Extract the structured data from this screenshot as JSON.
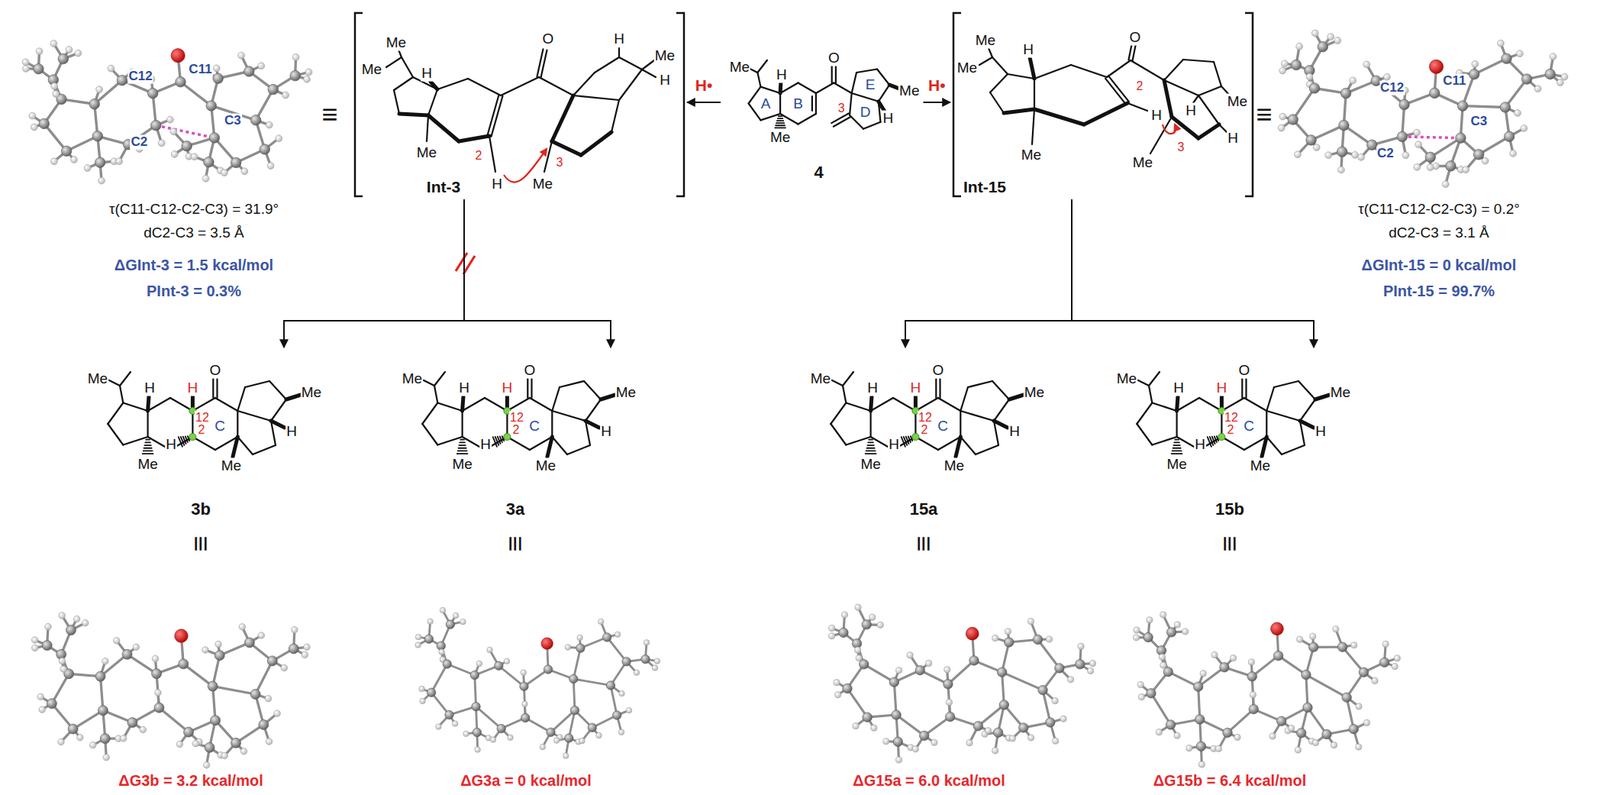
{
  "diagram": {
    "nodes": [
      {
        "text": [
          "Int-3",
          "Me",
          "Me",
          "H",
          "Me",
          "O",
          "2",
          "H",
          "3",
          "Me",
          "H",
          "Me",
          "H"
        ]
      },
      {
        "text": [
          "4",
          "Me",
          "H",
          "Me",
          "A",
          "B",
          "O",
          "3",
          "D",
          "E",
          "Me",
          "H"
        ]
      },
      {
        "text": [
          "Int-15",
          "Me",
          "Me",
          "H",
          "Me",
          "O",
          "2",
          "H",
          "3",
          "Me",
          "H",
          "Me",
          "H"
        ]
      },
      {
        "text": [
          "3b",
          "Me",
          "H",
          "Me",
          "H",
          "O",
          "12",
          "2",
          "C",
          "H",
          "Me",
          "H",
          "Me"
        ]
      },
      {
        "text": [
          "3a",
          "Me",
          "H",
          "Me",
          "H",
          "O",
          "12",
          "2",
          "C",
          "H",
          "Me",
          "H",
          "Me"
        ]
      },
      {
        "text": [
          "15a",
          "Me",
          "H",
          "Me",
          "H",
          "O",
          "12",
          "2",
          "C",
          "H",
          "Me",
          "H",
          "Me"
        ]
      },
      {
        "text": [
          "15b",
          "Me",
          "H",
          "Me",
          "H",
          "O",
          "12",
          "2",
          "C",
          "H",
          "Me",
          "H",
          "Me"
        ]
      }
    ],
    "edges": [
      {
        "from": 1,
        "to": 0,
        "arrow": "to",
        "label": "H•"
      },
      {
        "from": 1,
        "to": 2,
        "arrow": "to",
        "label": "H•"
      },
      {
        "from": 0,
        "to": 3,
        "arrow": "to"
      },
      {
        "from": 0,
        "to": 4,
        "arrow": "to"
      },
      {
        "from": 2,
        "to": 5,
        "arrow": "to"
      },
      {
        "from": 2,
        "to": 6,
        "arrow": "to"
      }
    ],
    "labels": [
      "≡",
      "C12",
      "C11",
      "C2",
      "C3",
      "τ(C11-C12-C2-C3) = 31.9°",
      "dC2-C3 = 3.5 Å",
      "ΔGInt-3 = 1.5 kcal/mol",
      "PInt-3 = 0.3%",
      "≡",
      "C12",
      "C11",
      "C2",
      "C3",
      "τ(C11-C12-C2-C3) = 0.2°",
      "dC2-C3 = 3.1 Å",
      "ΔGInt-15 = 0 kcal/mol",
      "PInt-15 = 99.7%",
      "≡",
      "≡",
      "≡",
      "≡",
      "ΔG3b = 3.2 kcal/mol",
      "ΔG3a = 0 kcal/mol",
      "ΔG15a = 6.0 kcal/mol",
      "ΔG15b = 6.4 kcal/mol"
    ]
  }
}
